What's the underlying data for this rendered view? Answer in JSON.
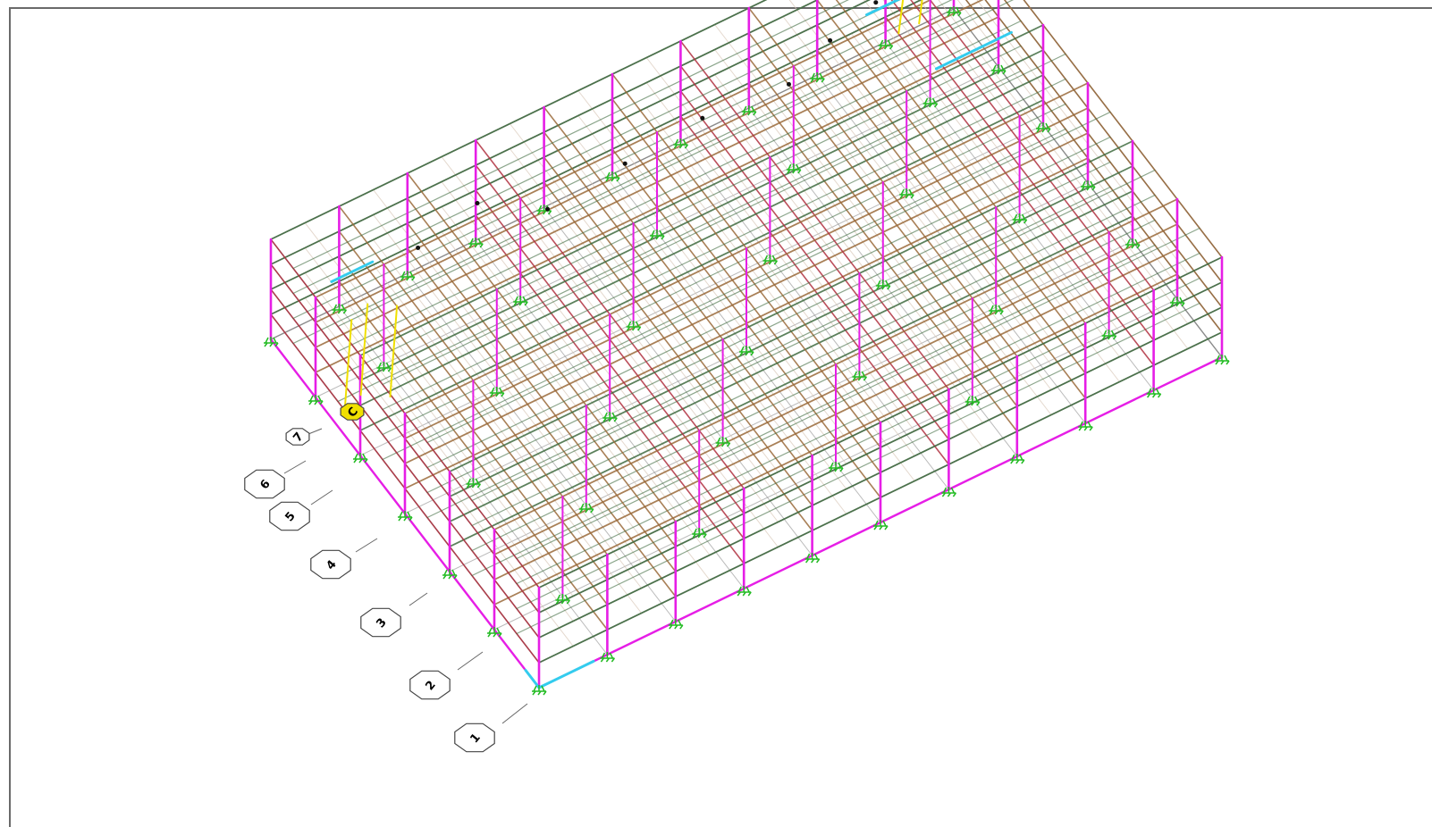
{
  "viewport": {
    "view_mode": "3D",
    "colors": {
      "background": "#ffffff",
      "frame_border": "#6a6a6a",
      "grid_line": "#8c8c8c",
      "column": "#e61ee6",
      "beam_primary": "#9a6a3a",
      "beam_secondary": "#3f6b3f",
      "beam_red": "#b03040",
      "brace_yellow": "#f0e000",
      "cyan_member": "#33ccee",
      "support": "#22bb22",
      "slab_edge": "#d8c8b8",
      "bubble_fill": "#ffffff",
      "bubble_stroke": "#444444"
    }
  },
  "grid_bubbles": [
    {
      "label": "1"
    },
    {
      "label": "2"
    },
    {
      "label": "3"
    },
    {
      "label": "4"
    },
    {
      "label": "5"
    },
    {
      "label": "6"
    },
    {
      "label": "7"
    },
    {
      "label": "C"
    }
  ]
}
